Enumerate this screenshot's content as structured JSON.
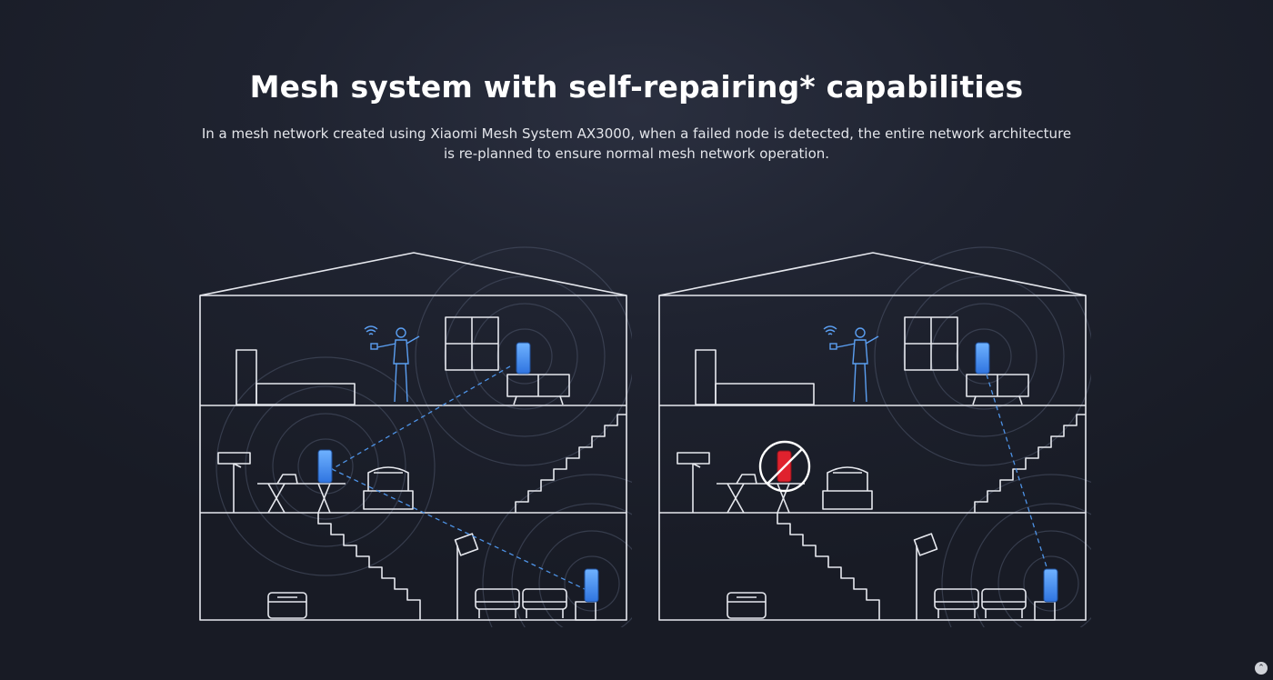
{
  "section": {
    "title": "Mesh system with self-repairing* capabilities",
    "description": "In a mesh network created using Xiaomi Mesh System AX3000, when a failed node is detected, the entire network architecture is re-planned to ensure normal mesh network operation."
  },
  "illustrations": [
    {
      "name": "mesh-normal-operation",
      "failed_node": false
    },
    {
      "name": "mesh-self-repaired",
      "failed_node": true
    }
  ],
  "colors": {
    "line": "#e6e8ee",
    "node_blue": "#3d8bf0",
    "node_failed": "#e0222e",
    "link_dash": "#4e93e6",
    "ring": "#4a5266"
  },
  "icons": {
    "scroll_top": "chevron-up-icon"
  }
}
